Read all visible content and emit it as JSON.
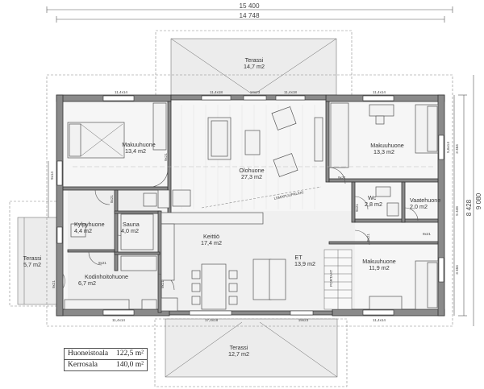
{
  "dimensions": {
    "top_outer": "15 400",
    "top_inner": "14 748",
    "right_outer": "9 080",
    "right_inner": "8 428",
    "right_segments": [
      "3 484",
      "5 448",
      "3 484"
    ],
    "left_segment_upper": "9x14",
    "left_segment_lower": "5x6",
    "window_labels": [
      "11,4x14",
      "11,4x18",
      "14x23",
      "11,4x18",
      "11,4x14",
      "11,4x14",
      "17,4x18",
      "11,4x14",
      "19x23",
      "5,6x14"
    ]
  },
  "rooms": [
    {
      "id": "terassi-north",
      "name": "Terassi",
      "area": "14,7 m2"
    },
    {
      "id": "makuuhuone-nw",
      "name": "Makuuhuone",
      "area": "13,4 m2"
    },
    {
      "id": "olohuone",
      "name": "Olohuone",
      "area": "27,3 m2"
    },
    {
      "id": "makuuhuone-ne",
      "name": "Makuuhuone",
      "area": "13,3 m2"
    },
    {
      "id": "wc",
      "name": "Wc",
      "area": "2,8 m2"
    },
    {
      "id": "vaatehuone",
      "name": "Vaatehuone",
      "area": "2,0 m2"
    },
    {
      "id": "kylpyhuone",
      "name": "Kylpyhuone",
      "area": "4,4 m2"
    },
    {
      "id": "sauna",
      "name": "Sauna",
      "area": "4,0 m2"
    },
    {
      "id": "keittio",
      "name": "Keittiö",
      "area": "17,4 m2"
    },
    {
      "id": "et",
      "name": "ET",
      "area": "13,9 m2"
    },
    {
      "id": "terassi-west",
      "name": "Terassi",
      "area": "5,7 m2"
    },
    {
      "id": "kodinhoitohuone",
      "name": "Kodinhoitohuone",
      "area": "6,7 m2"
    },
    {
      "id": "makuuhuone-se",
      "name": "Makuuhuone",
      "area": "11,9 m2"
    },
    {
      "id": "terassi-south",
      "name": "Terassi",
      "area": "12,7 m2"
    }
  ],
  "door_labels": [
    "9x21",
    "9x21",
    "9x21",
    "9x21",
    "9x21",
    "8x21",
    "9x21",
    "9x21",
    "9x21",
    "9x21",
    "9x21"
  ],
  "annotations": {
    "beam": "LIIMAPUUPALKKI",
    "stairs": "PORTAAT"
  },
  "legend": [
    {
      "label": "Huoneistoala",
      "value": "122,5 m²"
    },
    {
      "label": "Kerrosala",
      "value": "140,0 m²"
    }
  ]
}
